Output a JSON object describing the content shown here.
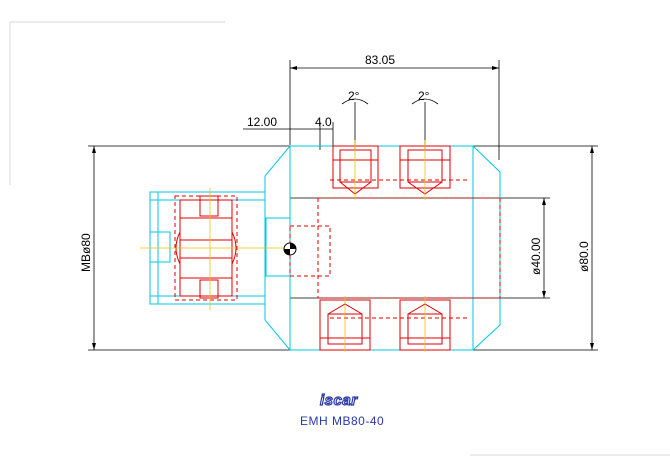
{
  "drawing": {
    "dimensions": {
      "overall_length": "83.05",
      "offset_a": "12.00",
      "offset_b": "4.0",
      "angle_left": "2°",
      "angle_right": "2°",
      "bore_diameter": "ø40.00",
      "outer_diameter": "ø80.0",
      "mb_diameter": "MBø80"
    },
    "caption": {
      "logo_text": "iscar",
      "model": "EMH MB80-40"
    },
    "colors": {
      "outline": "#00c8e0",
      "hidden": "#e00000",
      "centerline": "#f2c200",
      "dimension": "#000000",
      "caption": "#2a3aa8"
    }
  }
}
